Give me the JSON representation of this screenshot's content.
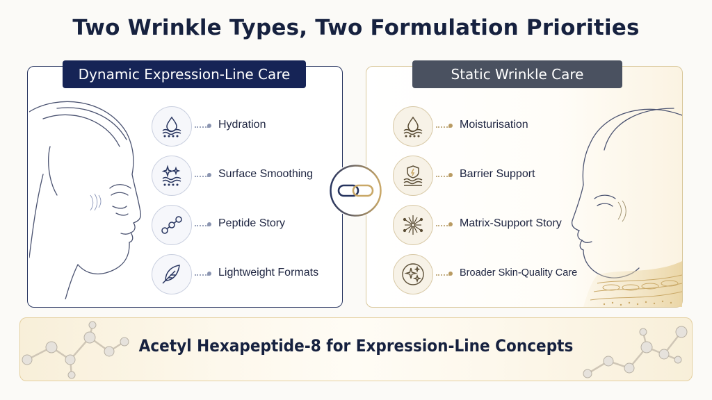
{
  "title": "Two Wrinkle Types, Two Formulation Priorities",
  "left_panel": {
    "header": "Dynamic Expression-Line Care",
    "items": [
      {
        "label": "Hydration",
        "icon": "water-drop-icon"
      },
      {
        "label": "Surface Smoothing",
        "icon": "sparkle-waves-icon"
      },
      {
        "label": "Peptide Story",
        "icon": "molecule-chain-icon"
      },
      {
        "label": "Lightweight Formats",
        "icon": "feather-icon"
      }
    ]
  },
  "right_panel": {
    "header": "Static Wrinkle Care",
    "items": [
      {
        "label": "Moisturisation",
        "icon": "water-drop-icon"
      },
      {
        "label": "Barrier Support",
        "icon": "shield-layers-icon"
      },
      {
        "label": "Matrix-Support Story",
        "icon": "matrix-network-icon"
      },
      {
        "label": "Broader Skin-Quality Care",
        "icon": "sparkles-icon"
      }
    ]
  },
  "banner": {
    "text": "Acetyl Hexapeptide-8 for Expression-Line Concepts"
  },
  "colors": {
    "navy": "#162456",
    "slate": "#4a5160",
    "gold": "#c9a867",
    "text": "#16213f"
  }
}
